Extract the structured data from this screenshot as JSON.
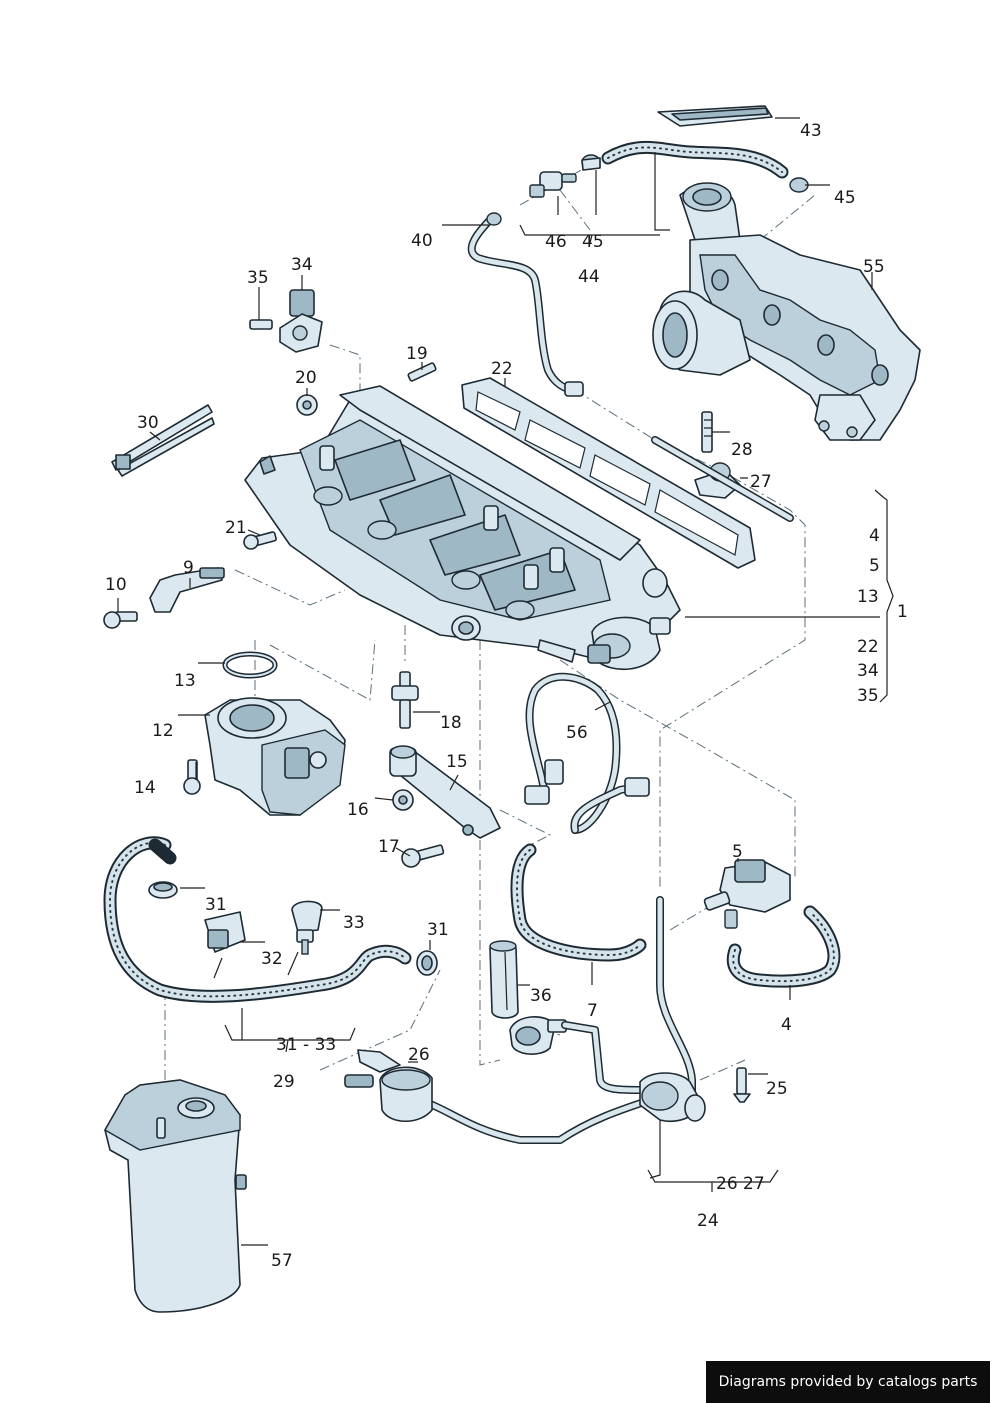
{
  "callouts": {
    "c1": "1",
    "c4a": "4",
    "c4b": "4",
    "c5a": "5",
    "c5b": "5",
    "c7": "7",
    "c9": "9",
    "c10": "10",
    "c12": "12",
    "c13a": "13",
    "c13b": "13",
    "c14": "14",
    "c15": "15",
    "c16": "16",
    "c17": "17",
    "c18": "18",
    "c19": "19",
    "c20": "20",
    "c21": "21",
    "c22a": "22",
    "c22b": "22",
    "c24": "24",
    "c25": "25",
    "c26": "26",
    "c26_27": "26 27",
    "c28": "28",
    "c27": "27",
    "c29": "29",
    "c30": "30",
    "c31a": "31",
    "c31b": "31",
    "c31_33": "31 - 33",
    "c32": "32",
    "c33": "33",
    "c34a": "34",
    "c34b": "34",
    "c35a": "35",
    "c35b": "35",
    "c36": "36",
    "c40": "40",
    "c43": "43",
    "c44": "44",
    "c45a": "45",
    "c45b": "45",
    "c46": "46",
    "c55": "55",
    "c56": "56",
    "c57": "57"
  },
  "watermark": "Diagrams provided by catalogs parts"
}
